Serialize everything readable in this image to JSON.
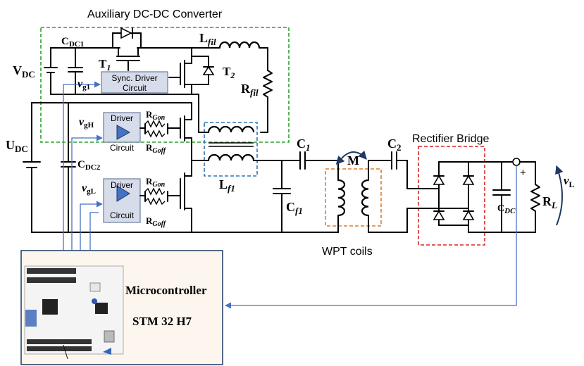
{
  "labels": {
    "aux_title": "Auxiliary DC-DC Converter",
    "cdc1": "C",
    "cdc1_sub": "DC1",
    "t1": "T",
    "t1_sub": "1",
    "lfil": "L",
    "lfil_sub": "fil",
    "vdc": "V",
    "vdc_sub": "DC",
    "sync_driver_l1": "Sync. Driver",
    "sync_driver_l2": "Circuit",
    "vg1": "v",
    "vg1_sub": "g1",
    "t2": "T",
    "t2_sub": "2",
    "rfil": "R",
    "rfil_sub": "fil",
    "udc": "U",
    "udc_sub": "DC",
    "vgh": "v",
    "vgh_sub": "gH",
    "driver_h_l1": "Driver",
    "driver_h_l2": "Circuit",
    "rgon_h": "R",
    "rgon_h_sub": "Gon",
    "rgoff_h": "R",
    "rgoff_h_sub": "Goff",
    "cdc2": "C",
    "cdc2_sub": "DC2",
    "vgl": "v",
    "vgl_sub": "gL",
    "driver_l_l1": "Driver",
    "driver_l_l2": "Circuit",
    "rgon_l": "R",
    "rgon_l_sub": "Gon",
    "rgoff_l": "R",
    "rgoff_l_sub": "Goff",
    "lf1": "L",
    "lf1_sub": "f1",
    "c1": "C",
    "c1_sub": "1",
    "m": "M",
    "c2": "C",
    "c2_sub": "2",
    "cf1": "C",
    "cf1_sub": "f1",
    "rectifier": "Rectifier Bridge",
    "cdc": "C",
    "cdc_sub": "DC",
    "rl": "R",
    "rl_sub": "L",
    "vl": "v",
    "vl_sub": "L",
    "plus": "+",
    "wpt": "WPT coils",
    "mcu": "Microcontroller",
    "stm": "STM 32 H7"
  },
  "colors": {
    "aux_box": "#2ca02c",
    "wpt_box": "#e07b26",
    "rect_box": "#d62728",
    "inductor_box": "#2e75b6",
    "signal": "#4472c4",
    "driver_fill": "#d6dcea",
    "mcu_panel": "#fdf6ee"
  }
}
